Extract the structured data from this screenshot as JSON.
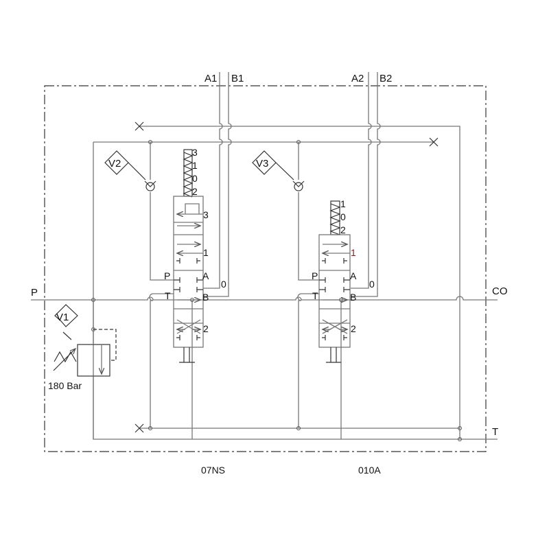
{
  "ports": {
    "a1": "A1",
    "b1": "B1",
    "a2": "A2",
    "b2": "B2",
    "p": "P",
    "co": "CO",
    "t": "T"
  },
  "relief_valve": {
    "label": "V1",
    "setting": "180 Bar"
  },
  "check_valves": [
    {
      "label": "V2"
    },
    {
      "label": "V3"
    }
  ],
  "spool_1": {
    "name": "07NS",
    "detents": [
      "3",
      "1",
      "0",
      "2"
    ],
    "positions": {
      "p3": "3",
      "p1": "1",
      "p2": "2",
      "zero": "0"
    },
    "port_labels": {
      "p": "P",
      "a": "A",
      "t": "T",
      "b": "B"
    }
  },
  "spool_2": {
    "name": "010A",
    "detents": [
      "1",
      "0",
      "2"
    ],
    "positions": {
      "p1": "1",
      "p2": "2",
      "zero": "0"
    },
    "port_labels": {
      "p": "P",
      "a": "A",
      "t": "T",
      "b": "B"
    }
  },
  "colors": {
    "line": "#777777",
    "position_1_spool_2": "#8b1a1a"
  }
}
